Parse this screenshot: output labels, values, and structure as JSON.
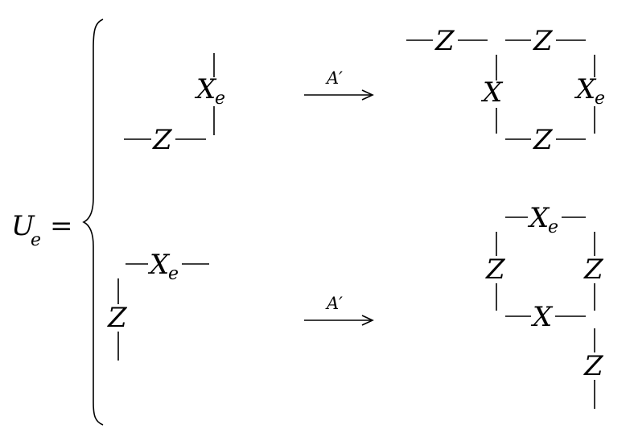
{
  "lhs": {
    "symbol": "U",
    "subscript": "e",
    "equals": "="
  },
  "arrow_label": "A′",
  "case1": {
    "left": {
      "x_label": "X",
      "x_sub": "e",
      "z_label": "Z"
    },
    "right": {
      "top_left_z": "Z",
      "top_right_z": "Z",
      "left_x": "X",
      "right_x": "X",
      "right_x_sub": "e",
      "bottom_z": "Z"
    }
  },
  "case2": {
    "left": {
      "x_label": "X",
      "x_sub": "e",
      "z_label": "Z"
    },
    "right": {
      "top_x": "X",
      "top_x_sub": "e",
      "left_z": "Z",
      "right_z": "Z",
      "bottom_x": "X",
      "extra_z": "Z"
    }
  }
}
